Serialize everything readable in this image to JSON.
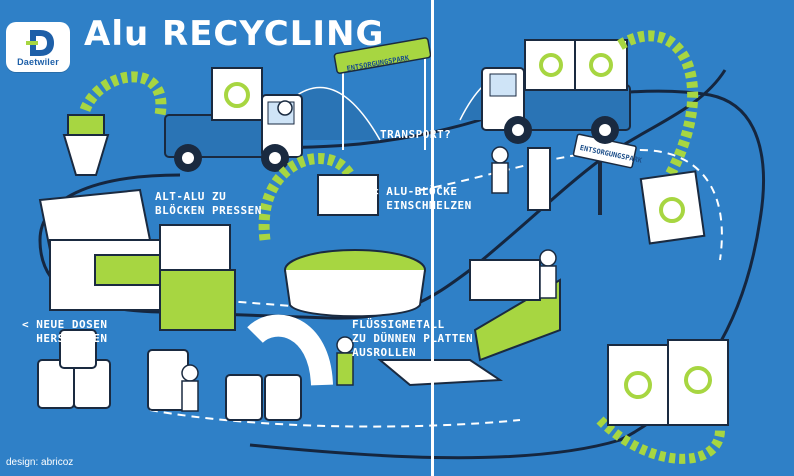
{
  "logo": {
    "brand": "Daetwiler"
  },
  "title": "Alu RECYCLING",
  "labels": {
    "transport": "TRANSPORT?",
    "old_alu": "ALT-ALU ZU\nBLÖCKEN PRESSEN",
    "melt": "< ALU-BLÖCKE\n  EINSCHMELZEN",
    "new_cans": "< NEUE DOSEN\n  HERSTELLEN",
    "liquid_metal": "FLÜSSIGMETALL\nZU DÜNNEN PLATTEN\nAUSROLLEN"
  },
  "signs": {
    "left": "ENTSORGUNGSPARK",
    "right": "ENTSORGUNGSPARK"
  },
  "credit": "design: abricoz",
  "colors": {
    "background": "#2f80c7",
    "accent": "#a7d641",
    "line": "#ffffff",
    "outline": "#1a2a40",
    "dark_path": "#15263f"
  }
}
